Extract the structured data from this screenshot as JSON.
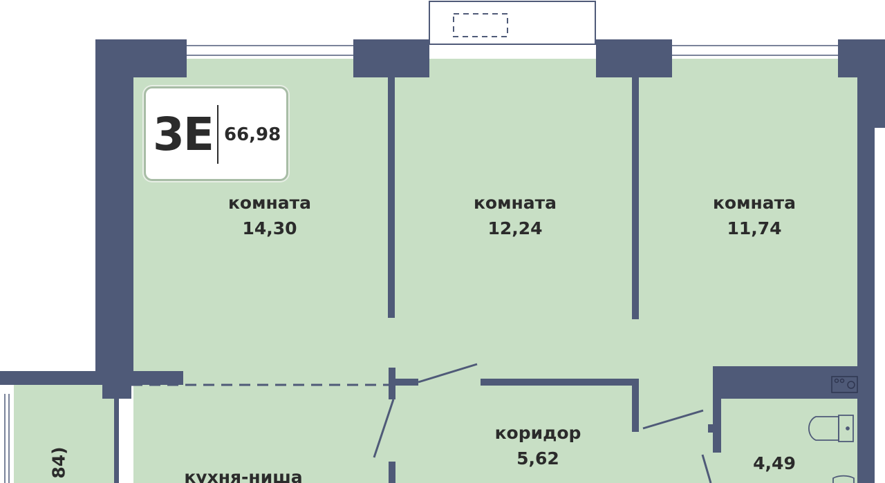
{
  "apartment": {
    "code": "3E",
    "total_area": "66,98"
  },
  "rooms": [
    {
      "name": "комната",
      "area": "14,30"
    },
    {
      "name": "комната",
      "area": "12,24"
    },
    {
      "name": "комната",
      "area": "11,74"
    },
    {
      "name": "коридор",
      "area": "5,62"
    },
    {
      "name": "",
      "area": "4,49"
    },
    {
      "name": "кухня-ниша",
      "area": ""
    }
  ],
  "balcony_partial_label": "84)",
  "colors": {
    "wall": "#4f5a78",
    "floor": "#c8dfc5"
  }
}
